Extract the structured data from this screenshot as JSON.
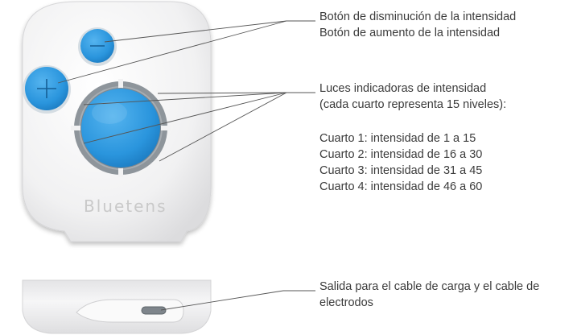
{
  "device": {
    "brand": "Bluetens",
    "minus_symbol": "−",
    "plus_symbol": "+"
  },
  "callouts": {
    "decrease_button": "Botón de disminución de la intensidad",
    "increase_button": "Botón de aumento de la intensidad",
    "indicator_lights_title": "Luces indicadoras de intensidad",
    "indicator_lights_subtitle": "(cada cuarto representa 15 niveles):",
    "quarters": [
      "Cuarto 1: intensidad de 1 a 15",
      "Cuarto 2: intensidad de 16 a 30",
      "Cuarto 3: intensidad de 31 a 45",
      "Cuarto 4: intensidad de 46 a 60"
    ],
    "port_line_1": "Salida para el cable de carga y el cable de",
    "port_line_2": "electrodos"
  },
  "colors": {
    "button_blue": "#2f9be0",
    "button_blue_dark": "#1d7fc4",
    "ring_gray": "#8e959b",
    "body_white": "#f4f4f5",
    "leader_line": "#555555"
  }
}
